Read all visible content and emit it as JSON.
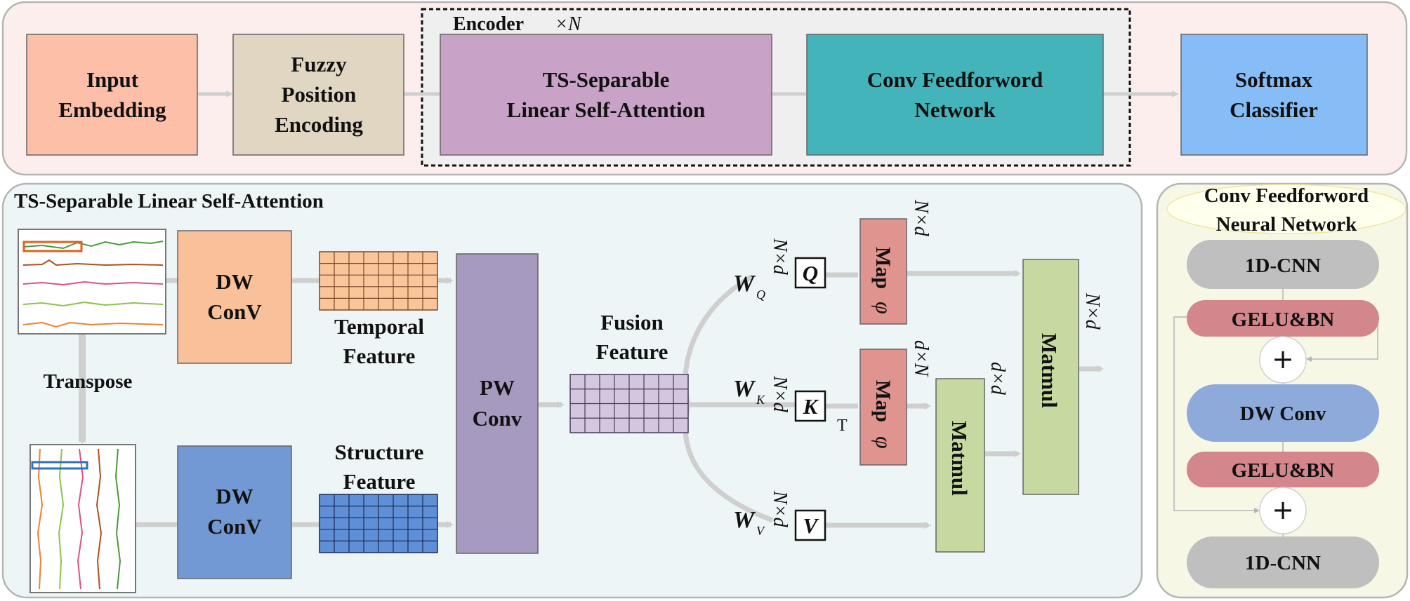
{
  "top": {
    "encoder_label": "Encoder",
    "encoder_times": "×N",
    "input_embedding": [
      "Input",
      "Embedding"
    ],
    "fuzzy_position": [
      "Fuzzy",
      "Position",
      "Encoding"
    ],
    "ts_separable": [
      "TS-Separable",
      "Linear Self-Attention"
    ],
    "conv_ff": [
      "Conv Feedforword",
      "Network"
    ],
    "softmax": [
      "Softmax",
      "Classifier"
    ]
  },
  "attention": {
    "section_title": "TS-Separable Linear Self-Attention",
    "transpose": "Transpose",
    "dw_conv_top": [
      "DW",
      "ConV"
    ],
    "dw_conv_bottom": [
      "DW",
      "ConV"
    ],
    "temporal_feature": [
      "Temporal",
      "Feature"
    ],
    "structure_feature": [
      "Structure",
      "Feature"
    ],
    "pw_conv": [
      "PW",
      "Conv"
    ],
    "fusion_feature": [
      "Fusion",
      "Feature"
    ],
    "wq": "W",
    "wq_sub": "Q",
    "wk": "W",
    "wk_sub": "K",
    "wv": "W",
    "wv_sub": "V",
    "q": "Q",
    "k": "K",
    "v": "V",
    "t_sup": "T",
    "dim_nd": "N×d",
    "dim_dn": "d×N",
    "dim_dd": "d×d",
    "map": "Map",
    "phi": "φ",
    "matmul": "Matmul"
  },
  "cffn": {
    "title": [
      "Conv Feedforword",
      "Neural Network"
    ],
    "cnn_top": "1D-CNN",
    "gelu_bn_1": "GELU&BN",
    "plus_1": "+",
    "dw_conv": "DW Conv",
    "gelu_bn_2": "GELU&BN",
    "plus_2": "+",
    "cnn_bottom": "1D-CNN"
  },
  "colors": {
    "top_panel_bg": "#fbeeed",
    "attn_panel_bg": "#eef5f6",
    "cffn_panel_bg": "#f7f7e6",
    "input_embedding": "#fdbfa8",
    "fuzzy_position": "#e0d6c1",
    "ts_separable": "#c9a3c7",
    "conv_ff": "#43b4ba",
    "softmax": "#86bdf6",
    "dw_top": "#f8c199",
    "dw_bottom": "#7399d5",
    "pw_conv": "#a79ac0",
    "map": "#e0948f",
    "matmul": "#c6d9a0",
    "cnn": "#bfbfbf",
    "gelu": "#d3868b",
    "dwconv_pill": "#8eaadb",
    "arrow": "#d0d0d0"
  }
}
